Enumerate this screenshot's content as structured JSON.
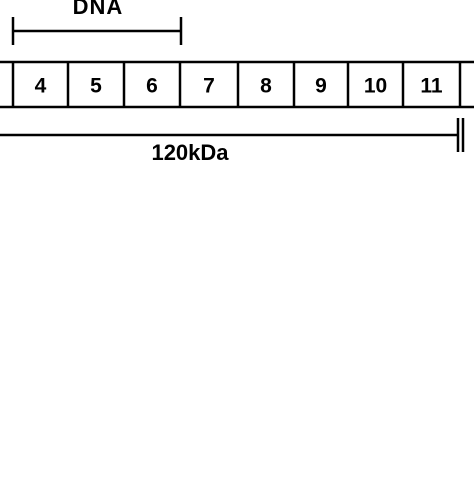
{
  "domain_label": "DNA",
  "size_label": "120kDa",
  "segments": [
    "4",
    "5",
    "6",
    "7",
    "8",
    "9",
    "10",
    "11"
  ]
}
